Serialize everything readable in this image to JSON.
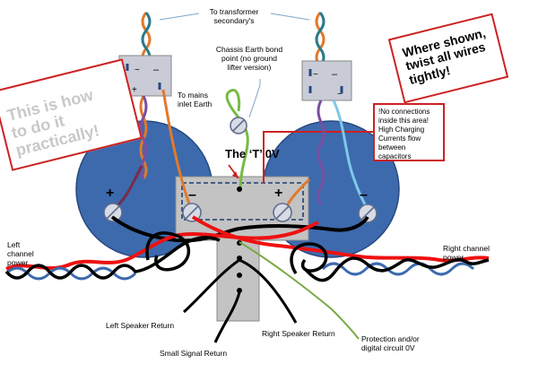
{
  "labels": {
    "transformer": "To transformer\nsecondary's",
    "chassis_earth": "Chassis Earth bond\npoint (no ground\nlifter version)",
    "mains_inlet": "To mains\ninlet Earth",
    "tee": "The ‘T’ 0V",
    "callout": "!No connections\ninside this area!\nHigh Charging\nCurrents flow\nbetween capacitors",
    "practical": "This is how\nto do it\npractically!",
    "twist": "Where shown,\ntwist all wires\ntightly!",
    "left_power": "Left\nchannel\npower",
    "right_power": "Right channel\npower",
    "left_speaker": "Left Speaker Return",
    "right_speaker": "Right Speaker Return",
    "small_signal": "Small Signal Return",
    "protection": "Protection and/or\ndigital circuit 0V"
  },
  "symbols": {
    "plus": "+",
    "minus": "–",
    "ac": "~"
  },
  "colors": {
    "capacitor": "#3d6aad",
    "capacitor_edge": "#27497f",
    "busbar": "#c3c3c3",
    "red": "#ee1111",
    "black": "#000000",
    "orange": "#e07a2c",
    "teal": "#2a7a8a",
    "purple": "#7a4ea0",
    "lightblue": "#7fc8e8",
    "green": "#77bb44",
    "steel": "#3d6aad",
    "callout_border": "#cc2222"
  }
}
